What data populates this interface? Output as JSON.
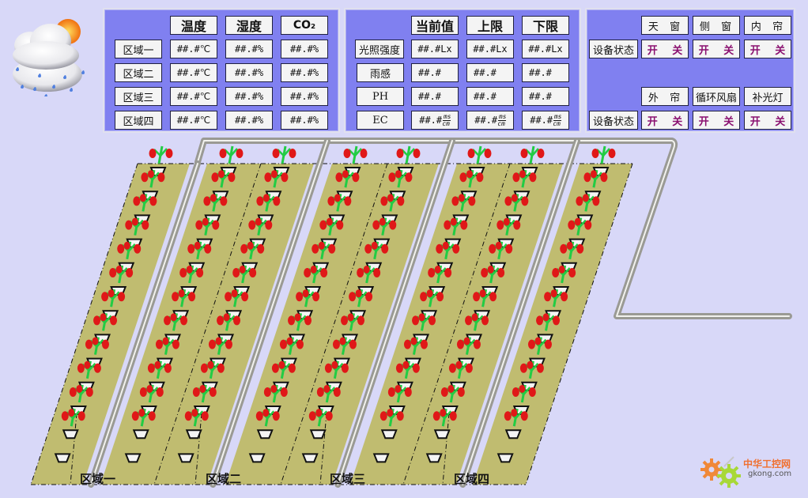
{
  "weather": {
    "icon": "cloud-rain-sun-icon"
  },
  "env_panel": {
    "headers": [
      "温度",
      "湿度",
      "CO₂"
    ],
    "rows": [
      {
        "label": "区域一",
        "temperature": "##.#℃",
        "humidity": "##.#%",
        "co2": "##.#%"
      },
      {
        "label": "区域二",
        "temperature": "##.#℃",
        "humidity": "##.#%",
        "co2": "##.#%"
      },
      {
        "label": "区域三",
        "temperature": "##.#℃",
        "humidity": "##.#%",
        "co2": "##.#%"
      },
      {
        "label": "区域四",
        "temperature": "##.#℃",
        "humidity": "##.#%",
        "co2": "##.#%"
      }
    ]
  },
  "sensor_panel": {
    "headers": [
      "当前值",
      "上限",
      "下限"
    ],
    "rows": [
      {
        "label": "光照强度",
        "current": "##.#Lx",
        "upper": "##.#Lx",
        "lower": "##.#Lx"
      },
      {
        "label": "雨感",
        "current": "##.#",
        "upper": "##.#",
        "lower": "##.#"
      },
      {
        "label": "PH",
        "current": "##.#",
        "upper": "##.#",
        "lower": "##.#"
      },
      {
        "label": "EC",
        "current": "##.#",
        "upper": "##.#",
        "lower": "##.#",
        "unit_num": "ms",
        "unit_den": "cm"
      }
    ]
  },
  "device_panel": {
    "groups": [
      {
        "label": "设备状态",
        "devices": [
          {
            "name": "天  窗",
            "status": "开 关"
          },
          {
            "name": "侧  窗",
            "status": "开 关"
          },
          {
            "name": "内  帘",
            "status": "开 关"
          }
        ]
      },
      {
        "label": "设备状态",
        "devices": [
          {
            "name": "外  帘",
            "status": "开 关"
          },
          {
            "name": "循环风扇",
            "status": "开 关"
          },
          {
            "name": "补光灯",
            "status": "开 关"
          }
        ]
      }
    ]
  },
  "field": {
    "zones": [
      "区域一",
      "区域二",
      "区域三",
      "区域四"
    ],
    "plants_per_row": 13,
    "rows_per_zone": 2,
    "colors": {
      "soil": "#c0bc70",
      "background": "#d8d8f8",
      "stem": "#22cc44",
      "fruit": "#e01818",
      "pipe": "#b8b8b0"
    }
  },
  "logo": {
    "cn": "中华工控网",
    "en": "gkong.com"
  }
}
